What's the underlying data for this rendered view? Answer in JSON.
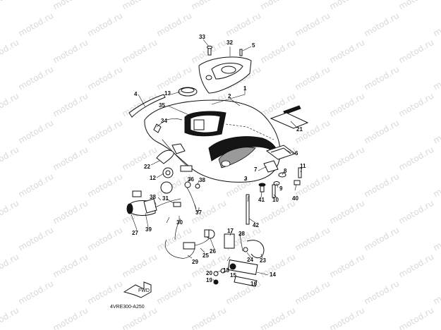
{
  "watermark": "motod.ru",
  "diagram_code": "4VRE300-A250",
  "arrow_label": "FWD",
  "callouts": [
    "1",
    "2",
    "3",
    "4",
    "5",
    "6",
    "7",
    "8",
    "9",
    "10",
    "11",
    "12",
    "13",
    "14",
    "15",
    "16",
    "17",
    "18",
    "19",
    "20",
    "21",
    "22",
    "23",
    "24",
    "25",
    "26",
    "27",
    "28",
    "29",
    "30",
    "31",
    "32",
    "33",
    "34",
    "35",
    "36",
    "37",
    "38",
    "38",
    "39",
    "40",
    "41",
    "42"
  ],
  "colors": {
    "ink": "#111111",
    "watermark": "#d9d9d9",
    "background": "#ffffff"
  }
}
